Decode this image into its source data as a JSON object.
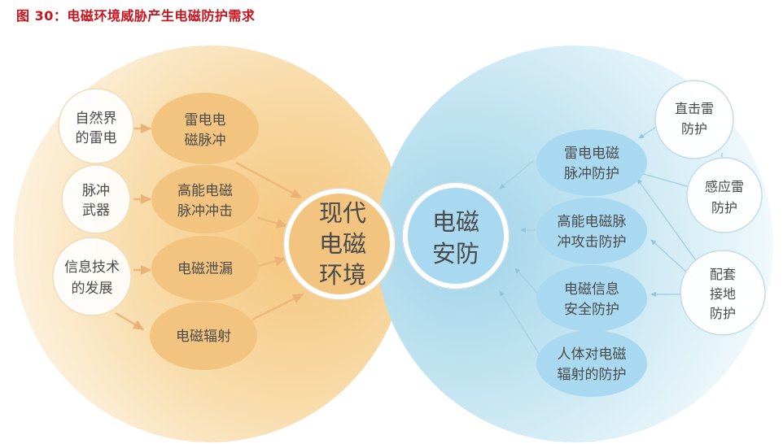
{
  "figure": {
    "title": "图 30：电磁环境威胁产生电磁防护需求",
    "title_color": "#c8141e"
  },
  "colors": {
    "left_bg": "#f6cf8e",
    "left_node": "#f2c47f",
    "left_arrow": "#edb979",
    "right_bg": "#a9d8ea",
    "right_node": "#a8d9f0",
    "right_arrow": "#9fc9de",
    "outline_node_fill": "#ffffff",
    "text": "#4a4a4a"
  },
  "left": {
    "center": {
      "line1": "现代",
      "line2": "电磁",
      "line3": "环境"
    },
    "sources": [
      {
        "line1": "自然界",
        "line2": "的雷电"
      },
      {
        "line1": "脉冲",
        "line2": "武器"
      },
      {
        "line1": "信息技术",
        "line2": "的发展"
      }
    ],
    "threats": [
      {
        "line1": "雷电电",
        "line2": "磁脉冲"
      },
      {
        "line1": "高能电磁",
        "line2": "脉冲冲击"
      },
      {
        "line1": "电磁泄漏",
        "line2": ""
      },
      {
        "line1": "电磁辐射",
        "line2": ""
      }
    ]
  },
  "right": {
    "center": {
      "line1": "电磁",
      "line2": "安防"
    },
    "protections": [
      {
        "line1": "雷电电磁",
        "line2": "脉冲防护"
      },
      {
        "line1": "高能电磁脉",
        "line2": "冲攻击防护"
      },
      {
        "line1": "电磁信息",
        "line2": "安全防护"
      },
      {
        "line1": "人体对电磁",
        "line2": "辐射的防护"
      }
    ],
    "measures": [
      {
        "line1": "直击雷",
        "line2": "防护",
        "line3": ""
      },
      {
        "line1": "感应雷",
        "line2": "防护",
        "line3": ""
      },
      {
        "line1": "配套",
        "line2": "接地",
        "line3": "防护"
      }
    ]
  }
}
